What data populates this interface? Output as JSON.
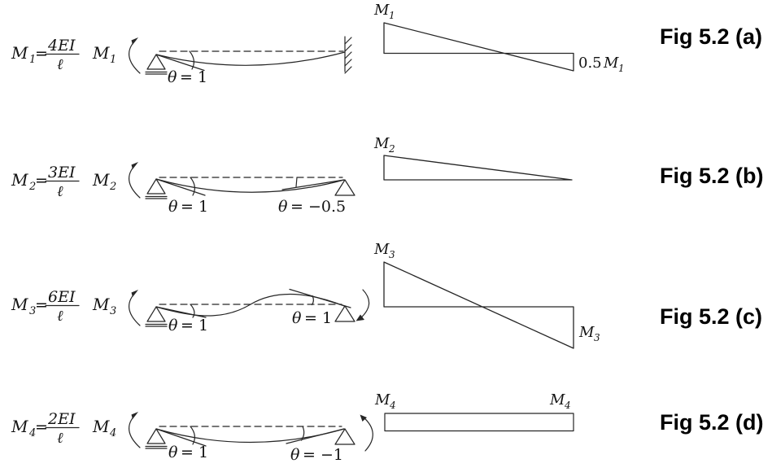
{
  "figure": {
    "description": "Slope-deflection beam cases with rotation angles and bending moment diagrams",
    "colors": {
      "ink": "#262626",
      "text": "#141414",
      "fig_label": "#000000",
      "background": "#ffffff"
    },
    "icons": [
      "ccw-moment-arrow-icon",
      "cw-moment-arrow-icon",
      "pin-support-icon",
      "roller-support-icon",
      "fixed-support-icon"
    ],
    "rows": [
      {
        "name": "a",
        "formula": {
          "var": "M",
          "sub": "1",
          "eq": "=",
          "num": "4EI",
          "den": "ℓ"
        },
        "moment": {
          "var": "M",
          "sub": "1"
        },
        "beam": {
          "left_support": "pin",
          "right_support": "fixed",
          "theta_left": {
            "symbol": "θ",
            "value": "= 1"
          }
        },
        "bmd": {
          "top_left": {
            "var": "M",
            "sub": "1"
          },
          "right": {
            "pre": "0.5 ",
            "var": "M",
            "sub": "1"
          }
        },
        "fig_label": "Fig 5.2 (a)"
      },
      {
        "name": "b",
        "formula": {
          "var": "M",
          "sub": "2",
          "eq": "=",
          "num": "3EI",
          "den": "ℓ"
        },
        "moment": {
          "var": "M",
          "sub": "2"
        },
        "beam": {
          "left_support": "pin",
          "right_support": "pin",
          "theta_left": {
            "symbol": "θ",
            "value": "= 1"
          },
          "theta_right": {
            "symbol": "θ",
            "value": "= −0.5"
          }
        },
        "bmd": {
          "top_left": {
            "var": "M",
            "sub": "2"
          }
        },
        "fig_label": "Fig 5.2 (b)"
      },
      {
        "name": "c",
        "formula": {
          "var": "M",
          "sub": "3",
          "eq": "=",
          "num": "6EI",
          "den": "ℓ"
        },
        "moment": {
          "var": "M",
          "sub": "3"
        },
        "beam": {
          "left_support": "pin",
          "right_support": "pin",
          "theta_left": {
            "symbol": "θ",
            "value": "= 1"
          },
          "theta_right": {
            "symbol": "θ",
            "value": "= 1"
          }
        },
        "bmd": {
          "top_left": {
            "var": "M",
            "sub": "3"
          },
          "bottom_right": {
            "var": "M",
            "sub": "3"
          }
        },
        "fig_label": "Fig 5.2 (c)"
      },
      {
        "name": "d",
        "formula": {
          "var": "M",
          "sub": "4",
          "eq": "=",
          "num": "2EI",
          "den": "ℓ"
        },
        "moment": {
          "var": "M",
          "sub": "4"
        },
        "beam": {
          "left_support": "pin",
          "right_support": "pin",
          "theta_left": {
            "symbol": "θ",
            "value": "= 1"
          },
          "theta_right": {
            "symbol": "θ",
            "value": "= −1"
          }
        },
        "bmd": {
          "top_left": {
            "var": "M",
            "sub": "4"
          },
          "top_right": {
            "var": "M",
            "sub": "4"
          }
        },
        "fig_label": "Fig 5.2 (d)"
      }
    ]
  }
}
